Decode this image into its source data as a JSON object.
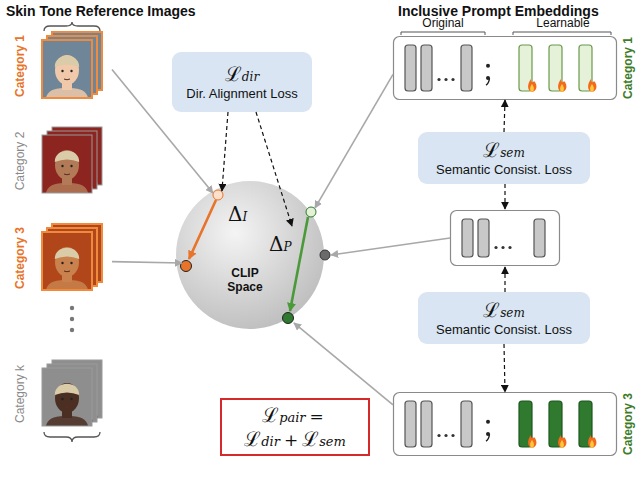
{
  "diagram": {
    "nodes": [
      {
        "text": [
          "ℒdir",
          "Dir. Alignment Loss"
        ]
      },
      {
        "text": [
          "ΔI",
          "ΔP",
          "CLIP Space"
        ]
      },
      {
        "text": [
          "ℒpair",
          "=",
          "ℒdir",
          "+",
          "ℒsem"
        ]
      },
      {
        "text": [
          "Category 1"
        ]
      },
      {
        "text": [
          "Category 2"
        ]
      },
      {
        "text": [
          "Category 3"
        ]
      },
      {
        "text": [
          "Category k"
        ]
      },
      {
        "text": [
          "Original",
          "Learnable",
          "Category 1"
        ]
      },
      {
        "text": [
          "ℒsem",
          "Semantic Consist. Loss"
        ]
      },
      {
        "text": [
          "ℒsem",
          "Semantic Consist. Loss"
        ]
      },
      {
        "text": [
          "Category 3"
        ]
      }
    ],
    "edges": [
      {
        "from": 0,
        "to": 1,
        "arrow": "to"
      },
      {
        "from": 0,
        "to": 1,
        "arrow": "to"
      },
      {
        "from": 3,
        "to": 1,
        "arrow": "to"
      },
      {
        "from": 5,
        "to": 1,
        "arrow": "to"
      },
      {
        "from": 7,
        "to": 1,
        "arrow": "to"
      },
      {
        "from": 10,
        "to": 1,
        "arrow": "to"
      },
      {
        "from": 8,
        "to": 7,
        "arrow": "to"
      },
      {
        "from": 9,
        "to": 10,
        "arrow": "to"
      }
    ],
    "labels": [
      "Skin Tone Reference Images",
      "Inclusive Prompt Embeddings"
    ]
  }
}
